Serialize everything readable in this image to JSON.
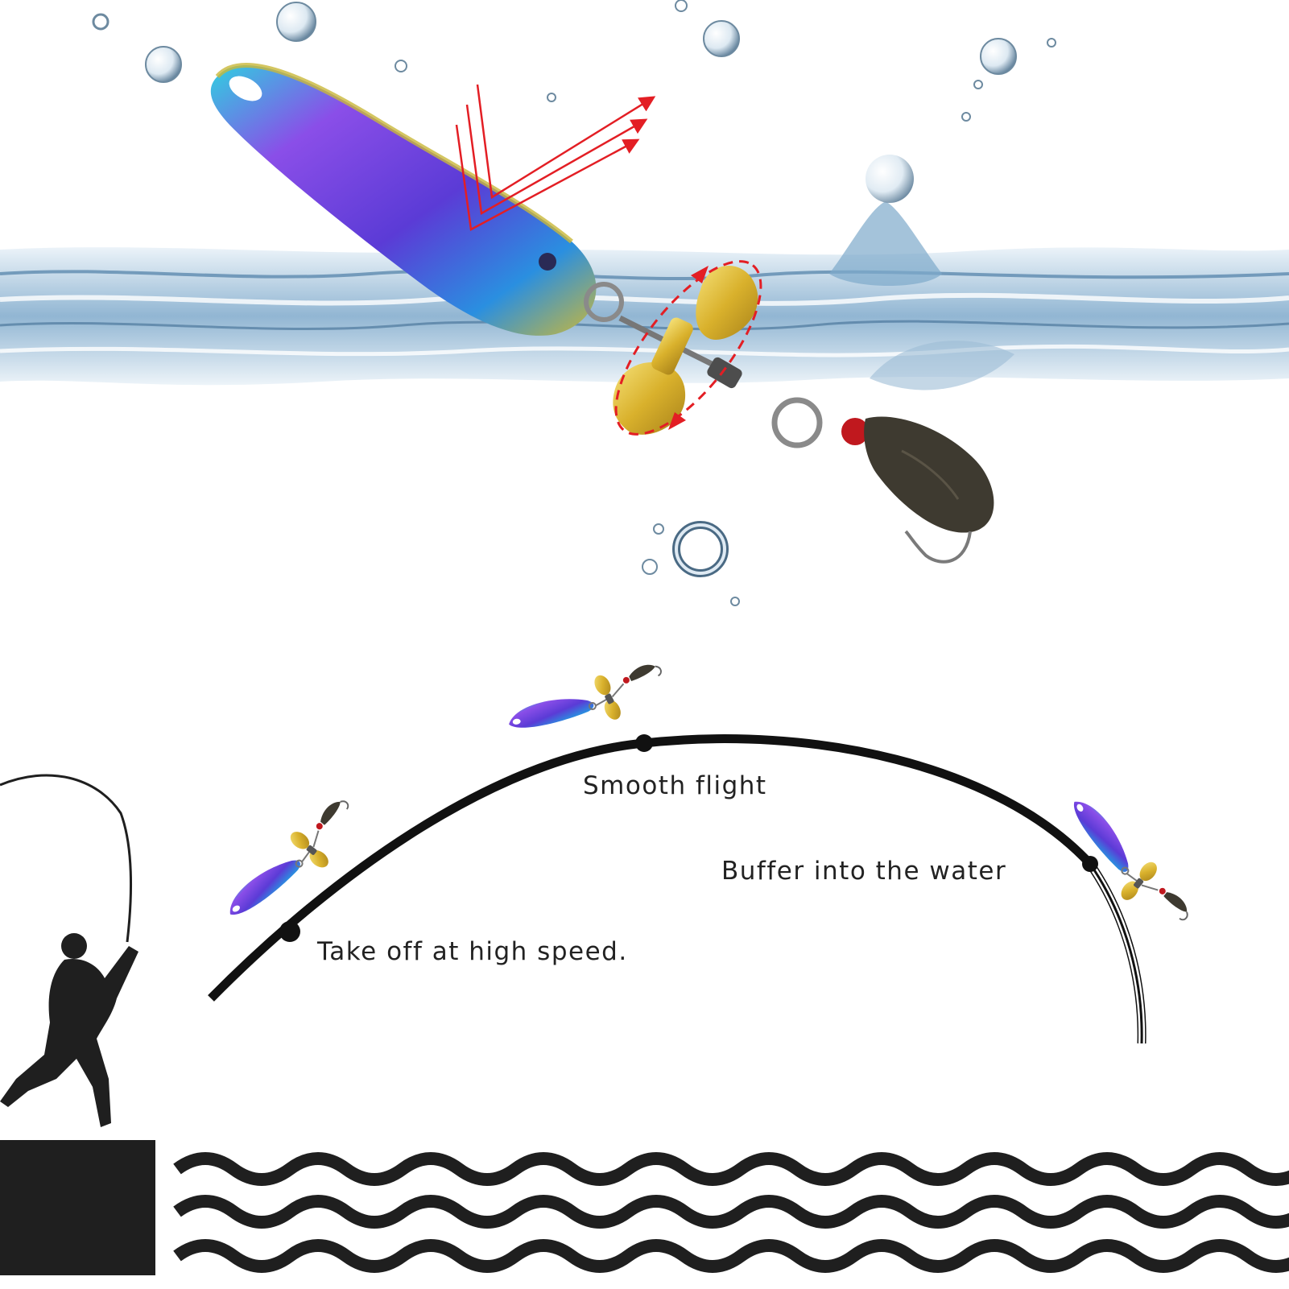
{
  "labels": {
    "smooth_flight": "Smooth flight",
    "take_off": "Take off at high speed.",
    "buffer_water": "Buffer into the water"
  },
  "colors": {
    "background": "#ffffff",
    "water": "#6f9cc0",
    "water_light": "#cfe0ee",
    "silhouette": "#1f1f1f",
    "arrow": "#e31e24",
    "blade": "#e3bf3a",
    "spoon_main": "#6a3fd0",
    "spoon_edge": "#23c3d6",
    "bead": "#c0181e",
    "fly_body": "#3e3a30"
  },
  "icons": {
    "lure": "spinner-lure",
    "fisherman": "fisherman-silhouette",
    "waves": "wave-lines",
    "bubbles": "water-bubbles",
    "reflection_arrows": "light-reflection-arrows",
    "rotation_arrow": "spin-direction-arrow"
  }
}
